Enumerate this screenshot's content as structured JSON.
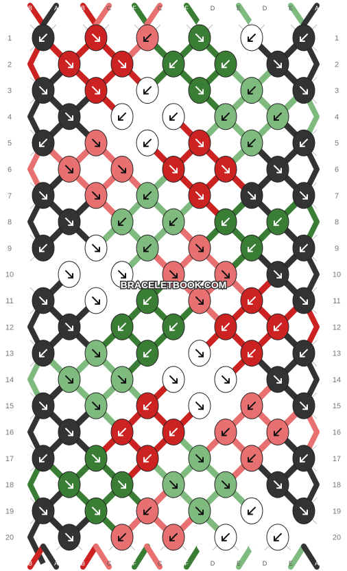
{
  "watermark": "BRACELETBOOK.COM",
  "colors": {
    "A": "#333333",
    "B": "#cc2222",
    "C": "#e87070",
    "D": "#ffffff",
    "E": "#7fba7f",
    "F": "#3a7d34"
  },
  "strand_order_top": [
    "B",
    "A",
    "B",
    "C",
    "F",
    "C",
    "F",
    "D",
    "E",
    "D",
    "E",
    "A"
  ],
  "strand_order_bottom": [
    "B",
    "A",
    "B",
    "C",
    "F",
    "C",
    "F",
    "D",
    "E",
    "D",
    "E",
    "A"
  ],
  "row_numbers": [
    "1",
    "2",
    "3",
    "4",
    "5",
    "6",
    "7",
    "8",
    "9",
    "10",
    "11",
    "12",
    "13",
    "14",
    "15",
    "16",
    "17",
    "18",
    "19",
    "20"
  ],
  "knots": [
    [
      [
        "A",
        "sw"
      ],
      [
        "B",
        "se"
      ],
      [
        "C",
        "sw"
      ],
      [
        "F",
        "se"
      ],
      [
        "D",
        "sw"
      ],
      [
        "A",
        "sw"
      ]
    ],
    [
      [
        "B",
        "se"
      ],
      [
        "B",
        "se"
      ],
      [
        "F",
        "sw"
      ],
      [
        "F",
        "sw"
      ],
      [
        "A",
        "se"
      ]
    ],
    [
      [
        "A",
        "se"
      ],
      [
        "B",
        "se"
      ],
      [
        "D",
        "sw"
      ],
      [
        "F",
        "se"
      ],
      [
        "E",
        "sw"
      ],
      [
        "A",
        "se"
      ]
    ],
    [
      [
        "A",
        "se"
      ],
      [
        "D",
        "sw"
      ],
      [
        "D",
        "sw"
      ],
      [
        "E",
        "sw"
      ],
      [
        "E",
        "sw"
      ]
    ],
    [
      [
        "A",
        "sw"
      ],
      [
        "C",
        "se"
      ],
      [
        "D",
        "sw"
      ],
      [
        "B",
        "se"
      ],
      [
        "E",
        "sw"
      ],
      [
        "A",
        "sw"
      ]
    ],
    [
      [
        "C",
        "se"
      ],
      [
        "C",
        "se"
      ],
      [
        "B",
        "se"
      ],
      [
        "B",
        "se"
      ],
      [
        "A",
        "se"
      ]
    ],
    [
      [
        "A",
        "se"
      ],
      [
        "C",
        "se"
      ],
      [
        "E",
        "sw"
      ],
      [
        "B",
        "se"
      ],
      [
        "A",
        "se"
      ],
      [
        "A",
        "se"
      ]
    ],
    [
      [
        "A",
        "se"
      ],
      [
        "E",
        "sw"
      ],
      [
        "E",
        "sw"
      ],
      [
        "F",
        "sw"
      ],
      [
        "F",
        "sw"
      ]
    ],
    [
      [
        "A",
        "sw"
      ],
      [
        "D",
        "se"
      ],
      [
        "E",
        "sw"
      ],
      [
        "C",
        "se"
      ],
      [
        "F",
        "sw"
      ],
      [
        "A",
        "sw"
      ]
    ],
    [
      [
        "D",
        "se"
      ],
      [
        "D",
        "se"
      ],
      [
        "C",
        "se"
      ],
      [
        "C",
        "se"
      ],
      [
        "A",
        "se"
      ]
    ],
    [
      [
        "A",
        "se"
      ],
      [
        "D",
        "se"
      ],
      [
        "F",
        "sw"
      ],
      [
        "C",
        "se"
      ],
      [
        "B",
        "sw"
      ],
      [
        "A",
        "se"
      ]
    ],
    [
      [
        "A",
        "se"
      ],
      [
        "F",
        "sw"
      ],
      [
        "F",
        "sw"
      ],
      [
        "B",
        "sw"
      ],
      [
        "B",
        "sw"
      ]
    ],
    [
      [
        "A",
        "sw"
      ],
      [
        "E",
        "se"
      ],
      [
        "F",
        "sw"
      ],
      [
        "D",
        "se"
      ],
      [
        "B",
        "sw"
      ],
      [
        "A",
        "sw"
      ]
    ],
    [
      [
        "E",
        "se"
      ],
      [
        "E",
        "se"
      ],
      [
        "D",
        "se"
      ],
      [
        "D",
        "se"
      ],
      [
        "A",
        "se"
      ]
    ],
    [
      [
        "A",
        "se"
      ],
      [
        "E",
        "se"
      ],
      [
        "B",
        "sw"
      ],
      [
        "D",
        "se"
      ],
      [
        "C",
        "sw"
      ],
      [
        "A",
        "se"
      ]
    ],
    [
      [
        "A",
        "se"
      ],
      [
        "B",
        "sw"
      ],
      [
        "B",
        "sw"
      ],
      [
        "C",
        "sw"
      ],
      [
        "C",
        "sw"
      ]
    ],
    [
      [
        "A",
        "sw"
      ],
      [
        "F",
        "se"
      ],
      [
        "B",
        "sw"
      ],
      [
        "E",
        "se"
      ],
      [
        "C",
        "sw"
      ],
      [
        "A",
        "sw"
      ]
    ],
    [
      [
        "F",
        "se"
      ],
      [
        "F",
        "se"
      ],
      [
        "E",
        "se"
      ],
      [
        "E",
        "se"
      ],
      [
        "A",
        "se"
      ]
    ],
    [
      [
        "A",
        "se"
      ],
      [
        "F",
        "se"
      ],
      [
        "C",
        "sw"
      ],
      [
        "E",
        "se"
      ],
      [
        "D",
        "sw"
      ],
      [
        "A",
        "se"
      ]
    ],
    [
      [
        "A",
        "se"
      ],
      [
        "C",
        "sw"
      ],
      [
        "C",
        "sw"
      ],
      [
        "D",
        "sw"
      ],
      [
        "D",
        "sw"
      ]
    ]
  ]
}
